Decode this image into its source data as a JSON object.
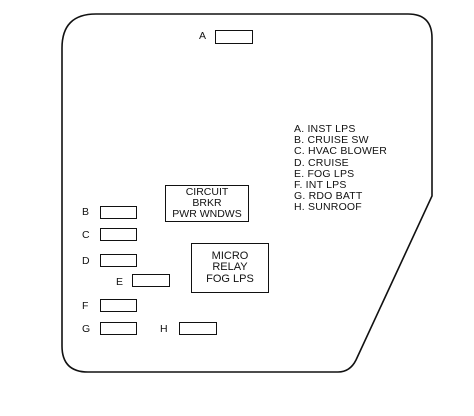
{
  "fuses": {
    "a": "A",
    "b": "B",
    "c": "C",
    "d": "D",
    "e": "E",
    "f": "F",
    "g": "G",
    "h": "H"
  },
  "circuit_breaker": [
    "CIRCUIT",
    "BRKR",
    "PWR WNDWS"
  ],
  "micro_relay": [
    "MICRO",
    "RELAY",
    "FOG LPS"
  ],
  "legend": [
    "A. INST LPS",
    "B. CRUISE SW",
    "C. HVAC BLOWER",
    "D. CRUISE",
    "E. FOG LPS",
    "F. INT LPS",
    "G. RDO BATT",
    "H. SUNROOF"
  ]
}
